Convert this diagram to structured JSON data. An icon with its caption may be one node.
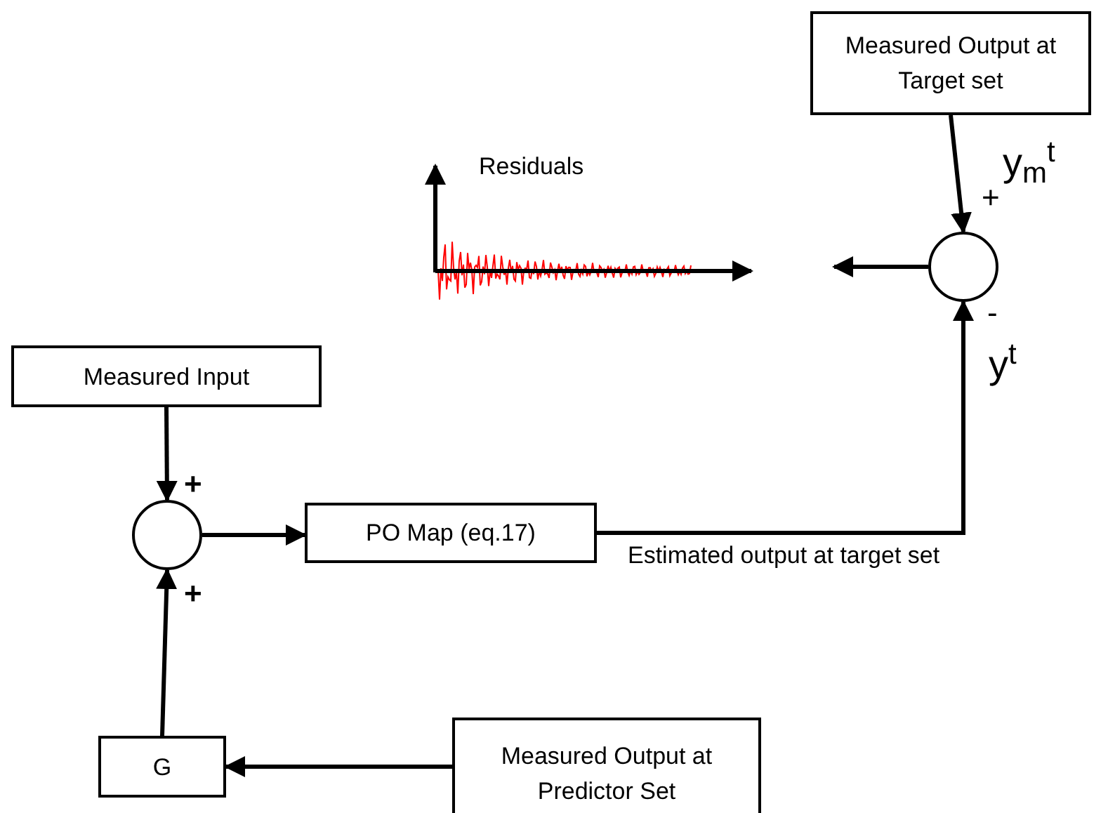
{
  "diagram": {
    "nodes": [
      {
        "text": [
          "Measured Output at Target set"
        ]
      },
      {
        "text": [],
        "shape": "circle"
      },
      {
        "text": [
          "Measured Input"
        ]
      },
      {
        "text": [],
        "shape": "circle"
      },
      {
        "text": [
          "PO Map (eq.17)"
        ]
      },
      {
        "text": [
          "G"
        ]
      },
      {
        "text": [
          "Measured Output at Predictor Set"
        ]
      }
    ],
    "edges": [
      {
        "from": 0,
        "to": 1,
        "arrow": "to"
      },
      {
        "from": 1,
        "to": null,
        "arrow": "to"
      },
      {
        "from": 2,
        "to": 3,
        "arrow": "to"
      },
      {
        "from": 5,
        "to": 3,
        "arrow": "to"
      },
      {
        "from": 3,
        "to": 4,
        "arrow": "to"
      },
      {
        "from": 4,
        "to": 1,
        "arrow": "to",
        "label": "Estimated output at target set"
      },
      {
        "from": 6,
        "to": 5,
        "arrow": "to"
      }
    ],
    "labels": [
      "Residuals",
      "y$_{m}$$^{t}$",
      "+",
      "-",
      "y$^{t}$",
      "+",
      "+"
    ]
  }
}
